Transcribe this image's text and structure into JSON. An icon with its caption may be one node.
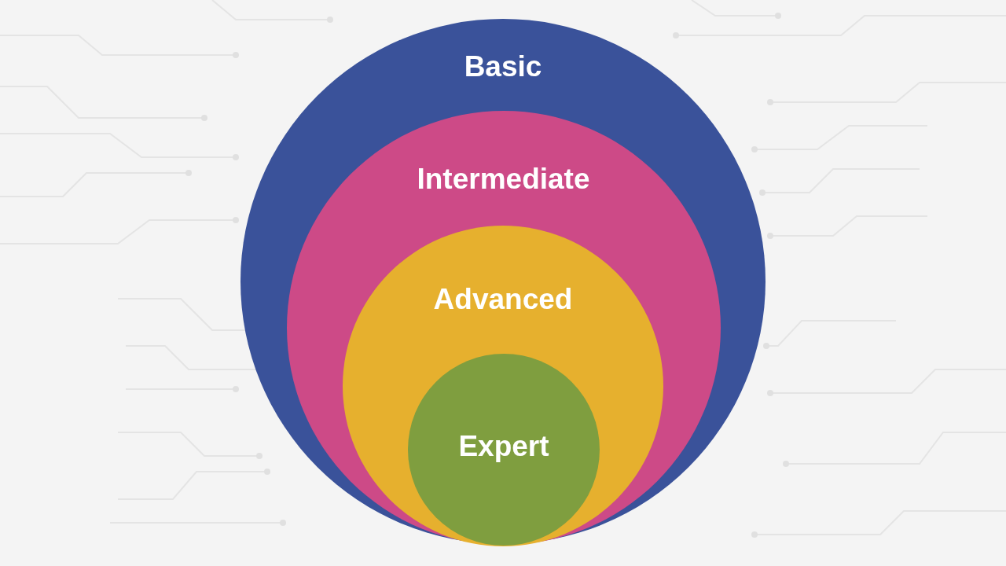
{
  "diagram": {
    "nodes": [
      {
        "text": [
          "Basic"
        ]
      },
      {
        "text": [
          "Intermediate"
        ],
        "in": 0
      },
      {
        "text": [
          "Advanced"
        ],
        "in": 1
      },
      {
        "text": [
          "Expert"
        ],
        "in": 2
      }
    ]
  }
}
